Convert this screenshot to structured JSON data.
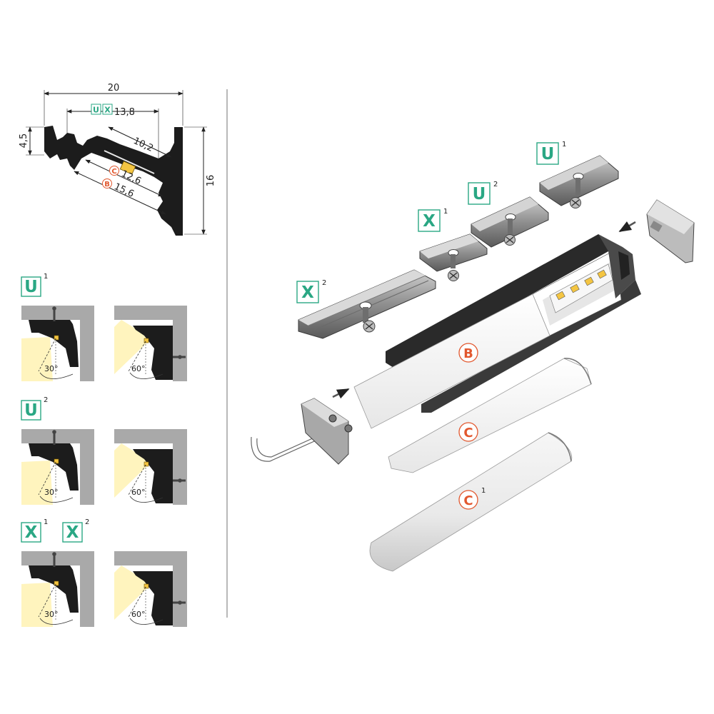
{
  "colors": {
    "teal": "#2aa784",
    "orange": "#e2582f",
    "profile": "#1c1c1c",
    "wall": "#a9a9a9",
    "metal": "#8d8d8d",
    "light": "#fff2b3",
    "led": "#f4c542"
  },
  "dimensions": {
    "width_total": "20",
    "width_inner": "13,8",
    "depth": "4,5",
    "height": "16",
    "led_width": "10,2",
    "cover_c": "12,6",
    "cover_b": "15,6"
  },
  "dimension_tags": {
    "u": "U",
    "x": "X",
    "c": "C",
    "b": "B"
  },
  "mounting_rows": [
    {
      "labels": [
        {
          "letter": "U",
          "sup": "1"
        }
      ],
      "angles": [
        "30°",
        "60°"
      ]
    },
    {
      "labels": [
        {
          "letter": "U",
          "sup": "2"
        }
      ],
      "angles": [
        "30°",
        "60°"
      ]
    },
    {
      "labels": [
        {
          "letter": "X",
          "sup": "1"
        },
        {
          "letter": "X",
          "sup": "2"
        }
      ],
      "angles": [
        "30°",
        "60°"
      ]
    }
  ],
  "exploded_labels": {
    "clip_u1": {
      "letter": "U",
      "sup": "1"
    },
    "clip_u2": {
      "letter": "U",
      "sup": "2"
    },
    "clip_x1": {
      "letter": "X",
      "sup": "1"
    },
    "clip_x2": {
      "letter": "X",
      "sup": "2"
    },
    "cover_b": "B",
    "cover_c": "C",
    "cover_c1": {
      "letter": "C",
      "sup": "1"
    }
  },
  "icons": [
    "arrow-icon",
    "screw-icon",
    "led-chip-icon"
  ]
}
